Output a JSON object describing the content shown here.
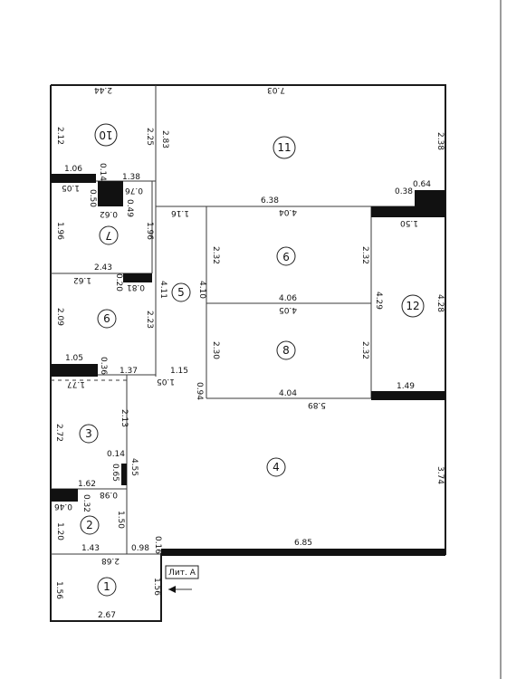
{
  "stamp": "Лит. А",
  "rooms": [
    "1",
    "2",
    "3",
    "4",
    "5",
    "6",
    "7",
    "8",
    "9",
    "10",
    "11",
    "12"
  ],
  "dims": [
    "2.44",
    "7.03",
    "2.12",
    "2.25",
    "2.83",
    "2.38",
    "1.06",
    "0.14",
    "1.38",
    "1.05",
    "0.50",
    "0.76",
    "0.49",
    "0.62",
    "1.96",
    "1.96",
    "6.38",
    "4.04",
    "0.38",
    "0.64",
    "1.50",
    "1.16",
    "2.32",
    "2.32",
    "2.43",
    "1.62",
    "0.20",
    "0.81",
    "4.11",
    "4.10",
    "2.09",
    "2.23",
    "4.06",
    "4.05",
    "4.29",
    "4.28",
    "1.05",
    "0.36",
    "1.37",
    "1.77",
    "2.30",
    "2.32",
    "1.15",
    "1.05",
    "0.94",
    "4.04",
    "5.89",
    "1.49",
    "2.72",
    "2.13",
    "0.14",
    "0.65",
    "4.55",
    "1.62",
    "0.32",
    "0.98",
    "0.46",
    "1.20",
    "1.50",
    "3.74",
    "1.43",
    "0.98",
    "0.16",
    "6.85",
    "2.68",
    "1.56",
    "1.56",
    "2.67"
  ]
}
